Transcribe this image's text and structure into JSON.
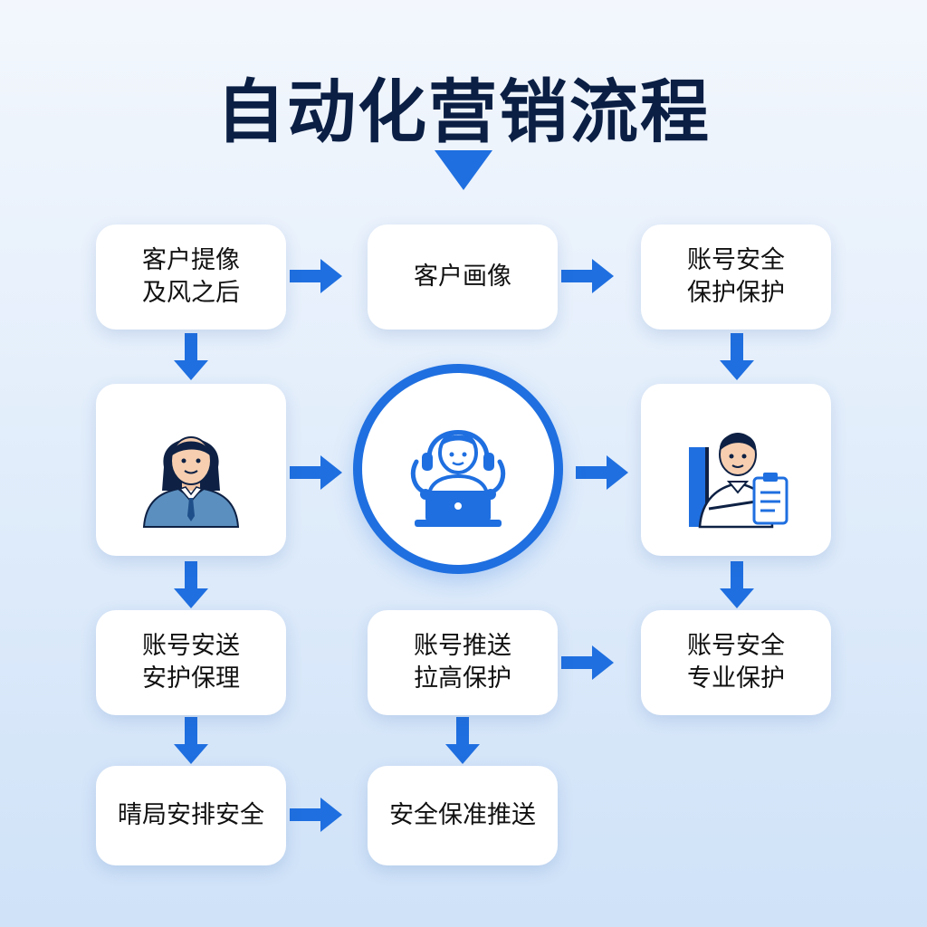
{
  "title": "自动化营销流程",
  "nodes": {
    "r1c1": "客户提像\n及风之后",
    "r1c2": "客户画像",
    "r1c3": "账号安全\n保护保护",
    "r3c1": "账号安送\n安护保理",
    "r3c2": "账号推送\n拉高保护",
    "r3c3": "账号安全\n专业保护",
    "r4c1": "晴局安排安全",
    "r4c2": "安全保准推送"
  },
  "icons": {
    "left": "businesswoman-icon",
    "center": "customer-service-laptop-icon",
    "right": "clerk-with-clipboard-icon"
  },
  "colors": {
    "accent": "#1f6fe0",
    "title": "#0b1f44",
    "card": "#ffffff"
  }
}
